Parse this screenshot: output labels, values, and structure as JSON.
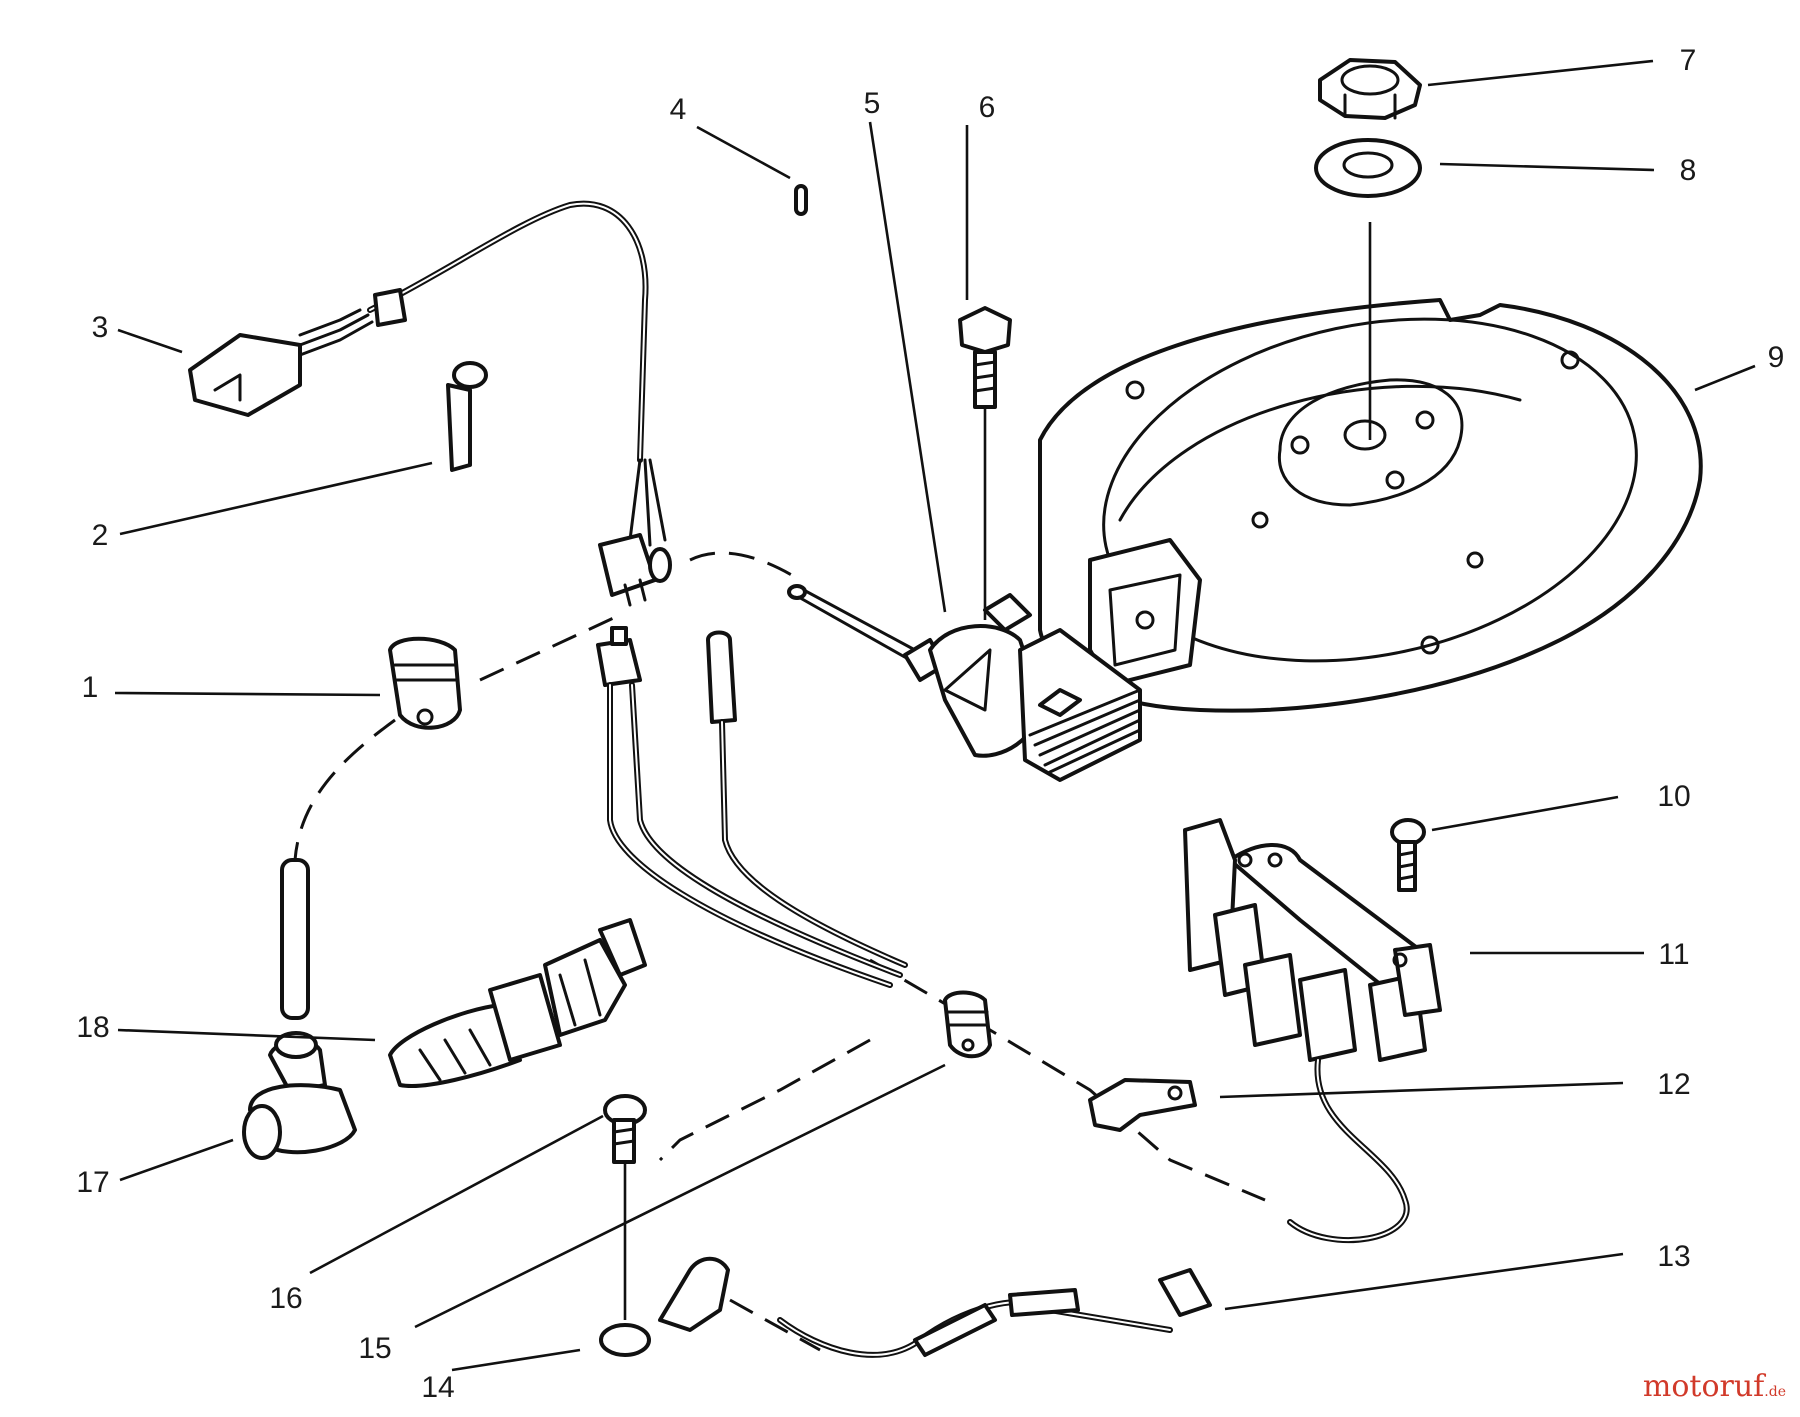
{
  "callouts": [
    "1",
    "2",
    "3",
    "4",
    "5",
    "6",
    "7",
    "8",
    "9",
    "10",
    "11",
    "12",
    "13",
    "14",
    "15",
    "16",
    "17",
    "18"
  ],
  "watermark": {
    "text": "motoruf",
    "tld": ".de",
    "color": "#d13a2a"
  },
  "colors": {
    "line": "#111111",
    "background": "#ffffff"
  }
}
